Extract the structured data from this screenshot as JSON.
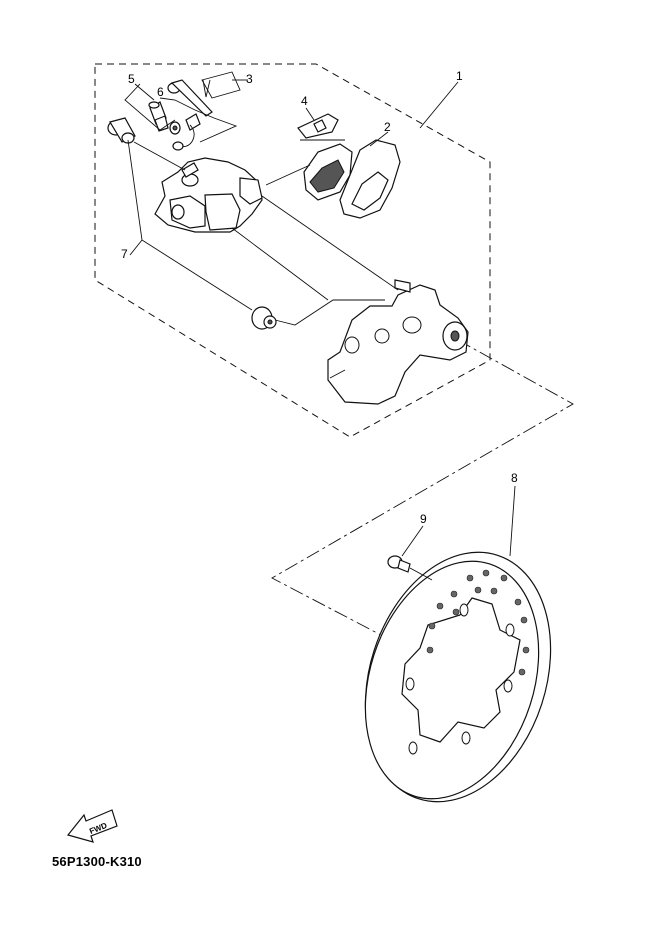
{
  "diagram_code": "56P1300-K310",
  "callouts": [
    "1",
    "2",
    "3",
    "4",
    "5",
    "6",
    "7",
    "8",
    "9"
  ],
  "fwd_label": "FWD",
  "icons": {
    "fwd": "fwd-arrow-icon"
  }
}
